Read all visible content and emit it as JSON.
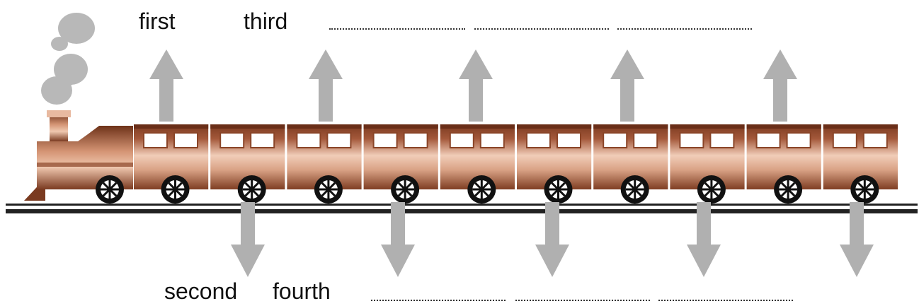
{
  "labels": {
    "top": [
      "first",
      "third"
    ],
    "bottom": [
      "second",
      "fourth"
    ]
  },
  "blanks": {
    "top_count": 3,
    "bottom_count": 3
  },
  "train": {
    "car_count": 10
  },
  "colors": {
    "body_dark": "#7a3a20",
    "body_light": "#f1cdb8",
    "body_mid": "#c98a68",
    "window": "#ffffff",
    "arrow": "#b0b0b0",
    "smoke": "#b8b8b8",
    "track": "#222222",
    "wheel": "#111111",
    "text": "#111111"
  },
  "icons": {
    "engine": "steam-locomotive-icon",
    "car": "railway-carriage-icon",
    "arrow_up": "arrow-up-icon",
    "arrow_down": "arrow-down-icon",
    "smoke": "smoke-puff-icon"
  }
}
